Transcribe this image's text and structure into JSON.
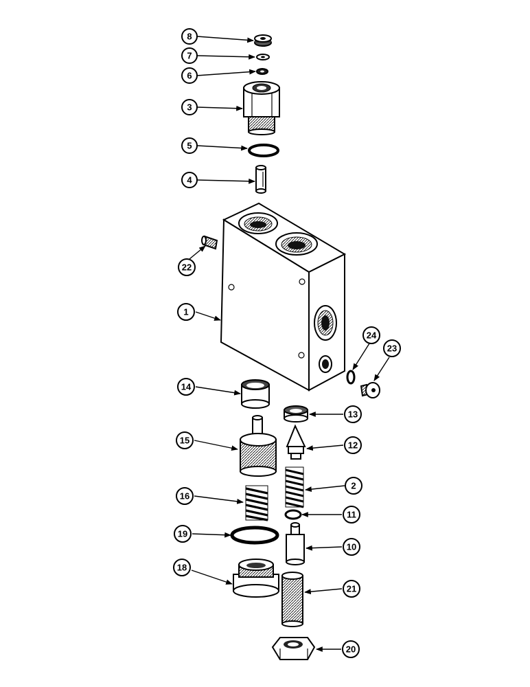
{
  "diagram": {
    "callouts": [
      {
        "id": "c1",
        "label": "1"
      },
      {
        "id": "c2",
        "label": "2"
      },
      {
        "id": "c3",
        "label": "3"
      },
      {
        "id": "c4",
        "label": "4"
      },
      {
        "id": "c5",
        "label": "5"
      },
      {
        "id": "c6",
        "label": "6"
      },
      {
        "id": "c7",
        "label": "7"
      },
      {
        "id": "c8",
        "label": "8"
      },
      {
        "id": "c10",
        "label": "10"
      },
      {
        "id": "c11",
        "label": "11"
      },
      {
        "id": "c12",
        "label": "12"
      },
      {
        "id": "c13",
        "label": "13"
      },
      {
        "id": "c14",
        "label": "14"
      },
      {
        "id": "c15",
        "label": "15"
      },
      {
        "id": "c16",
        "label": "16"
      },
      {
        "id": "c18",
        "label": "18"
      },
      {
        "id": "c19",
        "label": "19"
      },
      {
        "id": "c20",
        "label": "20"
      },
      {
        "id": "c21",
        "label": "21"
      },
      {
        "id": "c22",
        "label": "22"
      },
      {
        "id": "c23",
        "label": "23"
      },
      {
        "id": "c24",
        "label": "24"
      }
    ]
  }
}
